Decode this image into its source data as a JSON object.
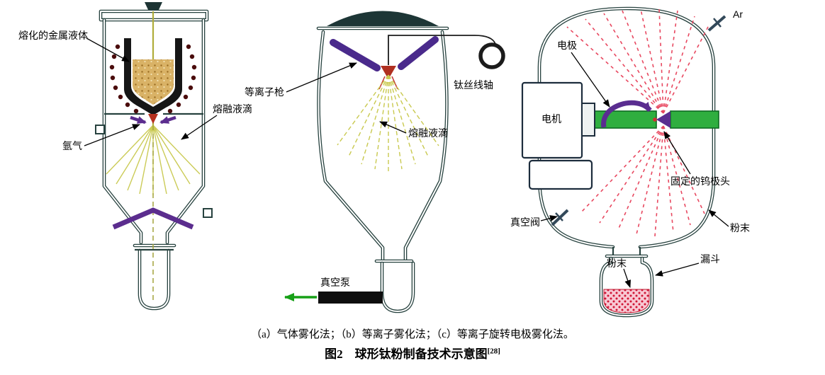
{
  "diagram_a": {
    "label_molten_metal": "熔化的金属液体",
    "label_argon": "氩气",
    "label_droplets": "熔融液滴"
  },
  "diagram_b": {
    "label_plasma_gun": "等离子枪",
    "label_wire_spool": "钛丝线轴",
    "label_droplets": "熔融液滴",
    "label_vacuum_pump": "真空泵"
  },
  "diagram_c": {
    "label_electrode": "电极",
    "label_motor": "电机",
    "label_ar": "Ar",
    "label_tungsten_tip": "固定的钨极头",
    "label_vacuum_valve": "真空阀",
    "label_powder_spray": "粉末",
    "label_powder_collected": "粉末",
    "label_funnel": "漏斗"
  },
  "caption": {
    "line1": "（a）气体雾化法；（b）等离子雾化法；（c）等离子旋转电极雾化法。",
    "line2": "图2　球形钛粉制备技术示意图",
    "reference": "[28]"
  },
  "colors": {
    "vessel_outline": "#27423f",
    "plasma_purple": "#4a2a8c",
    "electrode_green": "#2fae3f",
    "spray_yellow": "#c9c94f",
    "powder_red": "#e84860",
    "vacuum_arrow_green": "#17a017",
    "molten_metal_gold": "#d9b266"
  }
}
